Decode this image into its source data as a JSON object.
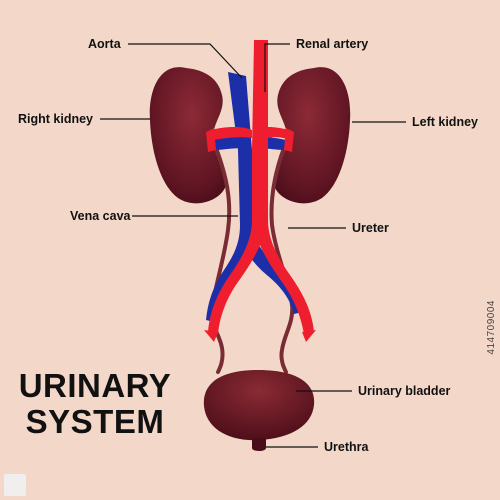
{
  "title": {
    "line1": "URINARY",
    "line2": "SYSTEM"
  },
  "labels": {
    "aorta": "Aorta",
    "renal_artery": "Renal artery",
    "right_kidney": "Right kidney",
    "left_kidney": "Left kidney",
    "vena_cava": "Vena cava",
    "ureter": "Ureter",
    "urinary_bladder": "Urinary bladder",
    "urethra": "Urethra"
  },
  "stock_id": "414709004",
  "colors": {
    "background": "#f3d8c9",
    "kidney_dark": "#4e0f1c",
    "kidney_mid": "#7a1f2c",
    "artery": "#ef1e2e",
    "vein": "#1c2fa8",
    "ureter": "#7a2c34",
    "leader_line": "#111111"
  }
}
